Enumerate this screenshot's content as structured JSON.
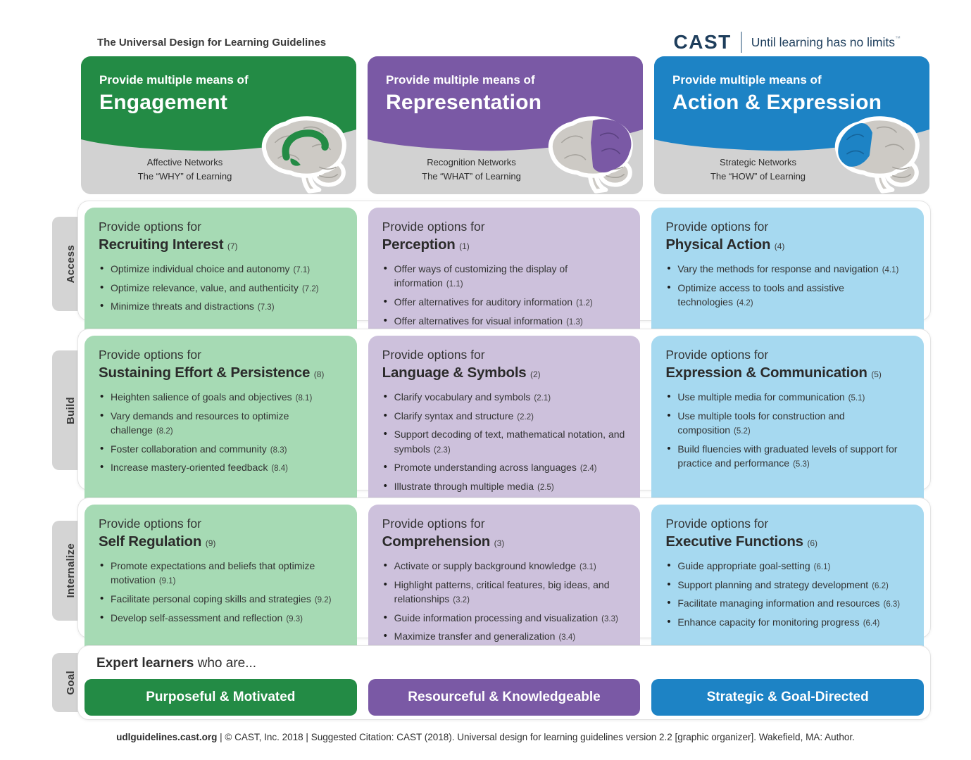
{
  "page": {
    "title": "The Universal Design for Learning Guidelines"
  },
  "brand": {
    "logo": "CAST",
    "tagline": "Until learning has no limits",
    "tm": "™"
  },
  "colors": {
    "engagement": "#238b45",
    "representation": "#7a59a5",
    "action": "#1d83c5",
    "engagement_light": "#a6dab4",
    "representation_light": "#cdc1dc",
    "action_light": "#a6d9f0",
    "header_gray": "#d2d2d2",
    "tab_gray": "#d4d4d4",
    "brand_navy": "#1e3e5c"
  },
  "columns": [
    {
      "pre": "Provide multiple means of",
      "title": "Engagement",
      "network": "Affective Networks",
      "learning": "The “WHY” of Learning"
    },
    {
      "pre": "Provide multiple means of",
      "title": "Representation",
      "network": "Recognition Networks",
      "learning": "The “WHAT” of Learning"
    },
    {
      "pre": "Provide multiple means of",
      "title": "Action & Expression",
      "network": "Strategic Networks",
      "learning": "The “HOW” of Learning"
    }
  ],
  "rows": [
    {
      "label": "Access",
      "cards": [
        {
          "pre": "Provide options for",
          "title": "Recruiting Interest",
          "num": "(7)",
          "bullets": [
            {
              "t": "Optimize individual choice and autonomy",
              "n": "(7.1)"
            },
            {
              "t": "Optimize relevance, value, and authenticity",
              "n": "(7.2)"
            },
            {
              "t": "Minimize threats and distractions",
              "n": "(7.3)"
            }
          ]
        },
        {
          "pre": "Provide options for",
          "title": "Perception",
          "num": "(1)",
          "bullets": [
            {
              "t": "Offer ways of customizing the display of information",
              "n": "(1.1)"
            },
            {
              "t": "Offer alternatives for auditory information",
              "n": "(1.2)"
            },
            {
              "t": "Offer alternatives for visual information",
              "n": "(1.3)"
            }
          ]
        },
        {
          "pre": "Provide options for",
          "title": "Physical Action",
          "num": "(4)",
          "bullets": [
            {
              "t": "Vary the methods for response and navigation",
              "n": "(4.1)"
            },
            {
              "t": "Optimize access to tools and assistive technologies",
              "n": "(4.2)"
            }
          ]
        }
      ]
    },
    {
      "label": "Build",
      "cards": [
        {
          "pre": "Provide options for",
          "title": "Sustaining Effort & Persistence",
          "num": "(8)",
          "bullets": [
            {
              "t": "Heighten salience of goals and objectives",
              "n": "(8.1)"
            },
            {
              "t": "Vary demands and resources to optimize challenge",
              "n": "(8.2)"
            },
            {
              "t": "Foster collaboration and community",
              "n": "(8.3)"
            },
            {
              "t": "Increase mastery-oriented feedback",
              "n": "(8.4)"
            }
          ]
        },
        {
          "pre": "Provide options for",
          "title": "Language & Symbols",
          "num": "(2)",
          "bullets": [
            {
              "t": "Clarify vocabulary and symbols",
              "n": "(2.1)"
            },
            {
              "t": "Clarify syntax and structure",
              "n": "(2.2)"
            },
            {
              "t": "Support decoding of text, mathematical notation, and symbols",
              "n": "(2.3)"
            },
            {
              "t": "Promote understanding across languages",
              "n": "(2.4)"
            },
            {
              "t": "Illustrate through multiple media",
              "n": "(2.5)"
            }
          ]
        },
        {
          "pre": "Provide options for",
          "title": "Expression & Communication",
          "num": "(5)",
          "bullets": [
            {
              "t": "Use multiple media for communication",
              "n": "(5.1)"
            },
            {
              "t": "Use multiple tools for construction and composition",
              "n": "(5.2)"
            },
            {
              "t": "Build fluencies with graduated levels of support for practice and performance",
              "n": "(5.3)"
            }
          ]
        }
      ]
    },
    {
      "label": "Internalize",
      "cards": [
        {
          "pre": "Provide options for",
          "title": "Self Regulation",
          "num": "(9)",
          "bullets": [
            {
              "t": "Promote expectations and beliefs that optimize motivation",
              "n": "(9.1)"
            },
            {
              "t": "Facilitate personal coping skills and strategies",
              "n": "(9.2)"
            },
            {
              "t": "Develop self-assessment and reflection",
              "n": "(9.3)"
            }
          ]
        },
        {
          "pre": "Provide options for",
          "title": "Comprehension",
          "num": "(3)",
          "bullets": [
            {
              "t": "Activate or supply background knowledge",
              "n": "(3.1)"
            },
            {
              "t": "Highlight patterns, critical features, big ideas, and relationships",
              "n": "(3.2)"
            },
            {
              "t": "Guide information processing and visualization",
              "n": "(3.3)"
            },
            {
              "t": "Maximize transfer and generalization",
              "n": "(3.4)"
            }
          ]
        },
        {
          "pre": "Provide options for",
          "title": "Executive Functions",
          "num": "(6)",
          "bullets": [
            {
              "t": "Guide appropriate goal-setting",
              "n": "(6.1)"
            },
            {
              "t": "Support planning and strategy development",
              "n": "(6.2)"
            },
            {
              "t": "Facilitate managing information and resources",
              "n": "(6.3)"
            },
            {
              "t": "Enhance capacity for monitoring progress",
              "n": "(6.4)"
            }
          ]
        }
      ]
    }
  ],
  "goal": {
    "label": "Goal",
    "lead_bold": "Expert learners",
    "lead_rest": " who are...",
    "banners": [
      "Purposeful & Motivated",
      "Resourceful & Knowledgeable",
      "Strategic & Goal-Directed"
    ]
  },
  "footer": {
    "site": "udlguidelines.cast.org",
    "text": " | © CAST, Inc. 2018  |  Suggested Citation: CAST (2018). Universal design for learning guidelines version 2.2 [graphic organizer]. Wakefield, MA: Author."
  }
}
